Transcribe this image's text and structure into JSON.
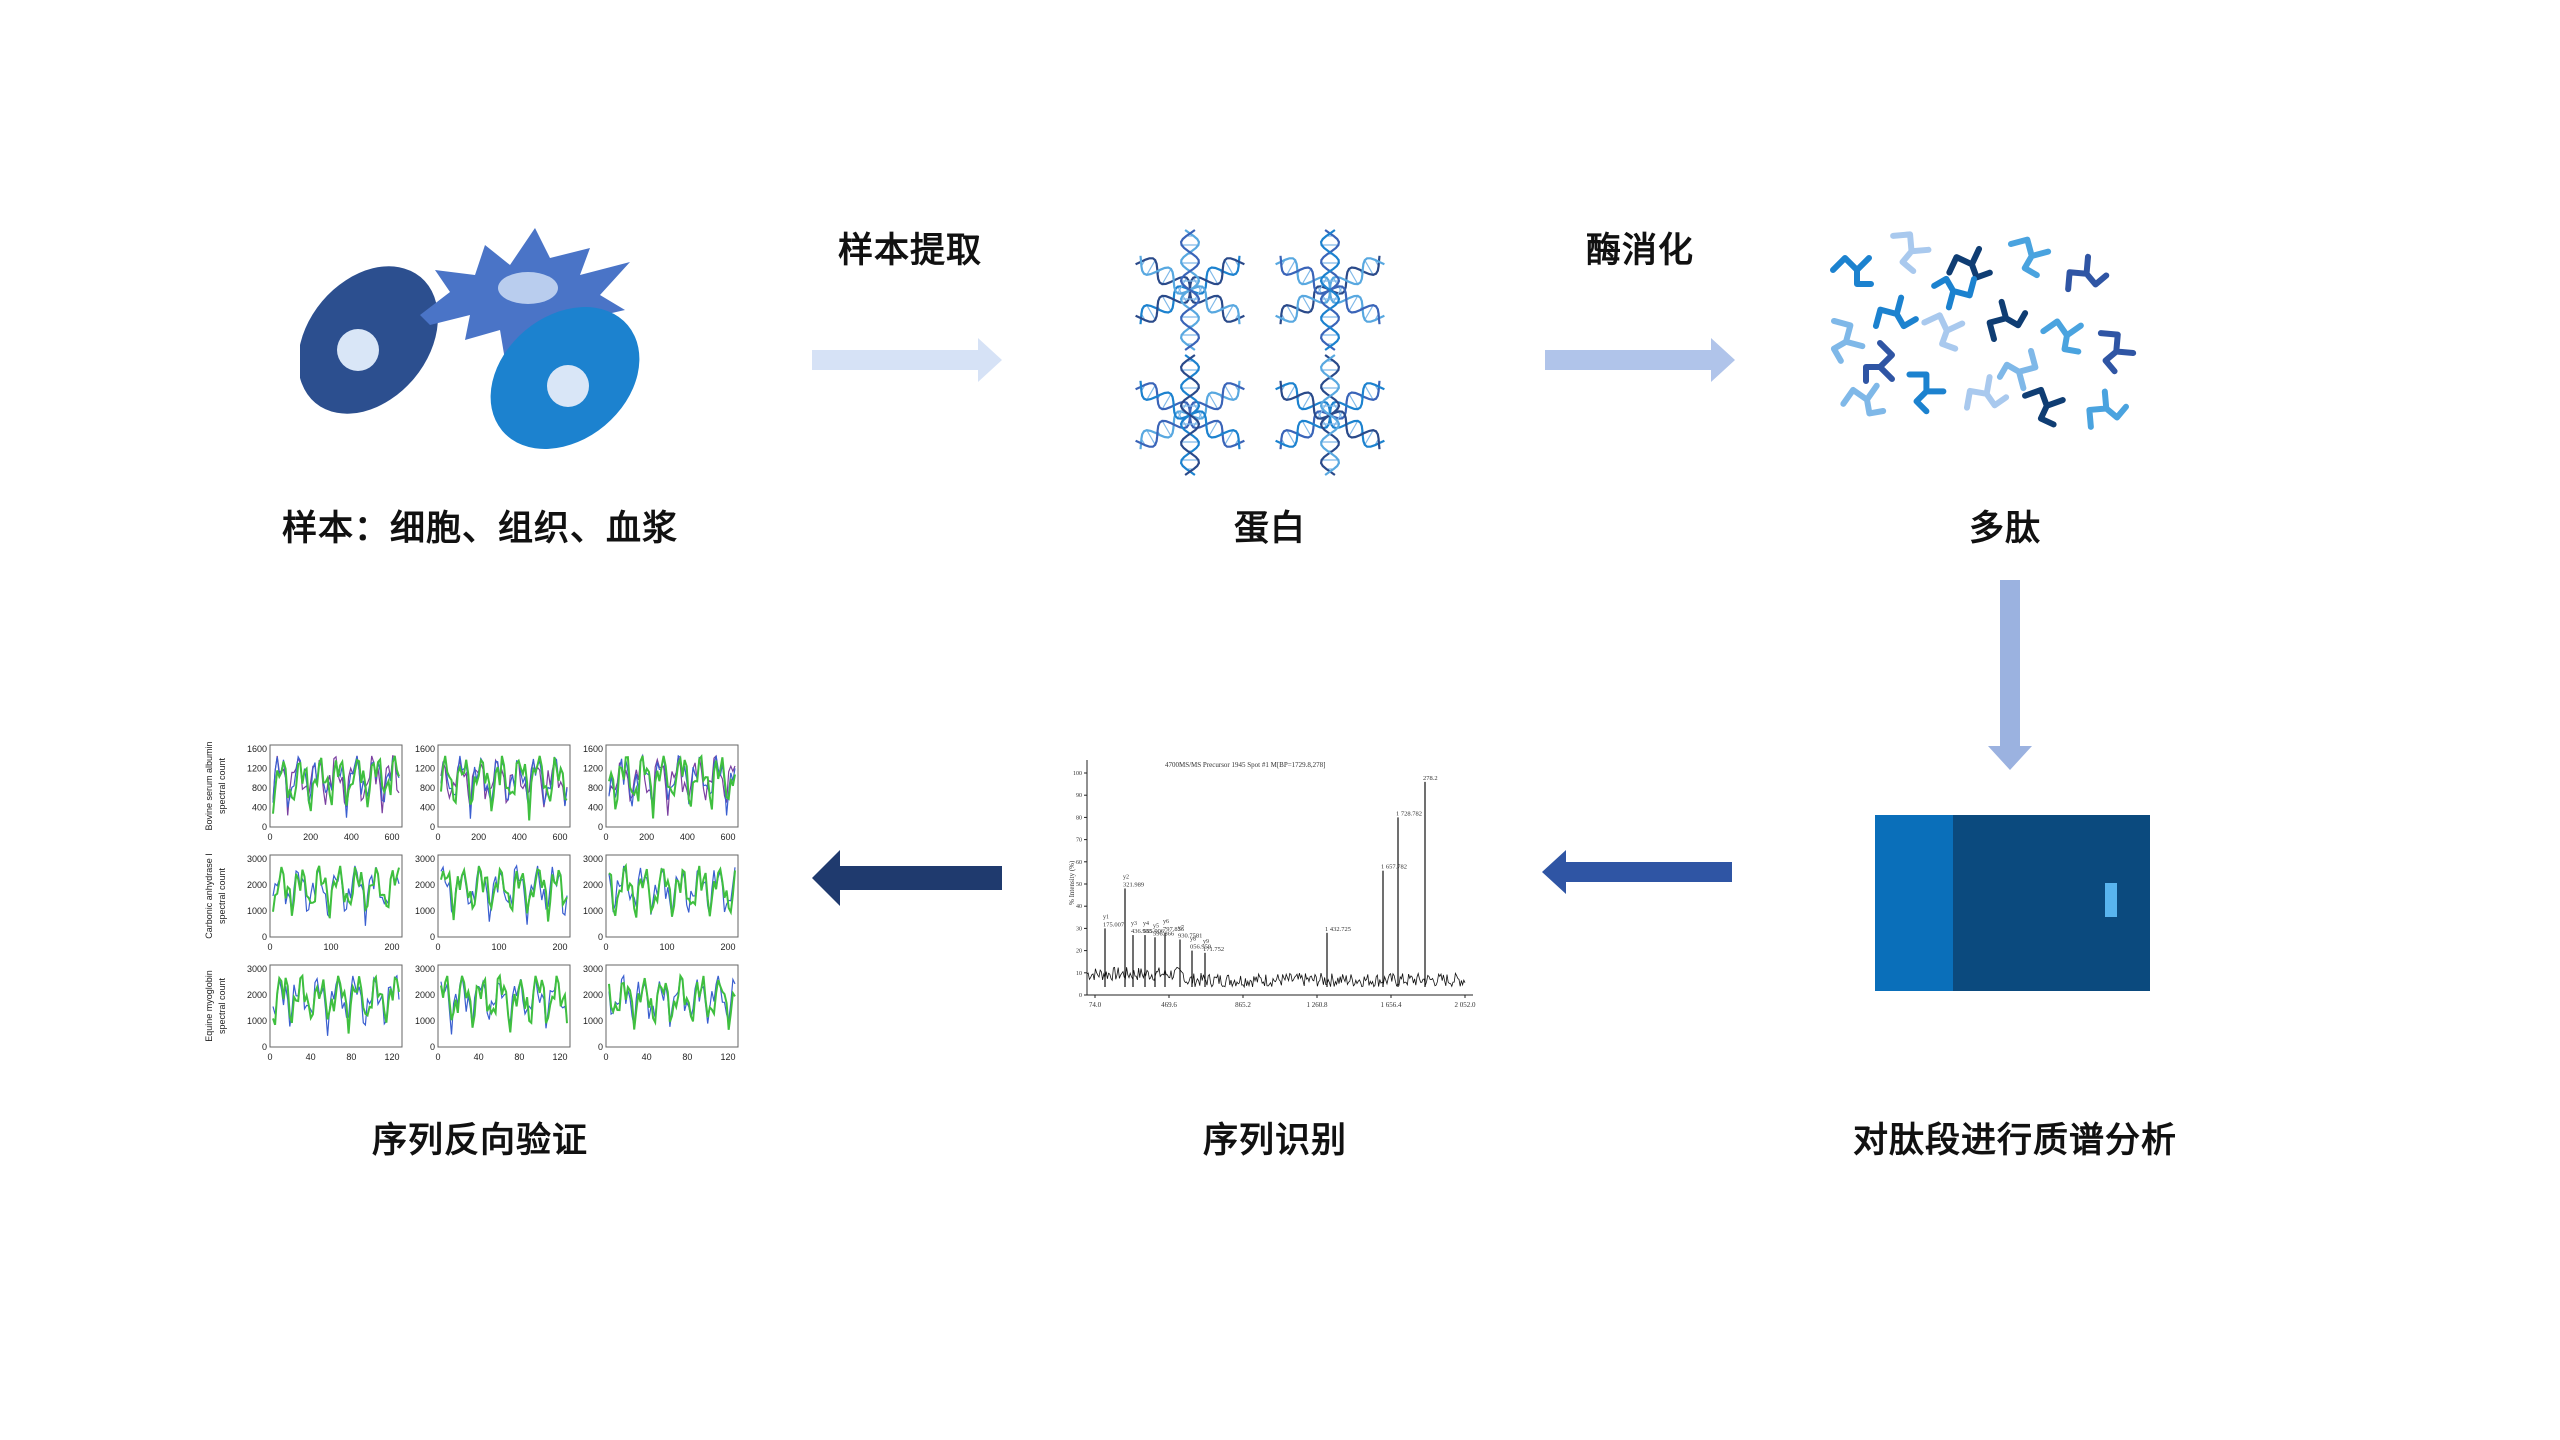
{
  "steps": {
    "sample": "样本：细胞、组织、血浆",
    "protein": "蛋白",
    "peptide": "多肽",
    "ms_analysis": "对肽段进行质谱分析",
    "sequence_id": "序列识别",
    "reverse_validation": "序列反向验证"
  },
  "arrows": {
    "extraction": "样本提取",
    "digestion": "酶消化"
  },
  "spectrum": {
    "title": "4700MS/MS Precursor 1945 Spot #1 M[BP=1729.8,278]",
    "ylabel": "% Intensity (%)",
    "yticks": [
      "100",
      "90",
      "80",
      "70",
      "60",
      "50",
      "40",
      "30",
      "20",
      "10",
      "0"
    ],
    "xticks": [
      "74.0",
      "469.6",
      "865.2",
      "1 260.8",
      "1 656.4",
      "2 052.0"
    ],
    "peaks": [
      {
        "label": "y1",
        "value": "175.007"
      },
      {
        "label": "y2",
        "value": "321.989"
      },
      {
        "label": "y3",
        "value": "436.935"
      },
      {
        "label": "y4",
        "value": "565.906"
      },
      {
        "label": "y5",
        "value": "596.866"
      },
      {
        "label": "y6",
        "value": "797.856"
      },
      {
        "label": "y7",
        "value": "930.7581"
      },
      {
        "label": "y8",
        "value": "056.959"
      },
      {
        "label": "y9",
        "value": "171.752"
      },
      {
        "label": "",
        "value": "1 432.725"
      },
      {
        "label": "",
        "value": "1 657.782"
      },
      {
        "label": "",
        "value": "1 728.782"
      },
      {
        "label": "",
        "value": "278.2"
      }
    ]
  },
  "panels": {
    "row_labels": [
      "Bovine serum albumin",
      "Carbonic anhydrase I",
      "Equine myoglobin"
    ],
    "ylabel": "spectral count",
    "rows": [
      {
        "yticks": [
          "1600",
          "1200",
          "800",
          "400",
          "0"
        ],
        "xticks": [
          "0",
          "200",
          "400",
          "600"
        ]
      },
      {
        "yticks": [
          "3000",
          "2000",
          "1000",
          "0"
        ],
        "xticks": [
          "0",
          "100",
          "200"
        ]
      },
      {
        "yticks": [
          "3000",
          "2000",
          "1000",
          "0"
        ],
        "xticks": [
          "0",
          "40",
          "80",
          "120"
        ]
      }
    ],
    "series_colors": [
      "#3fbf3f",
      "#3a5fd0",
      "#7a3fa0"
    ]
  },
  "colors": {
    "dark_navy": "#1f3a6e",
    "mid_blue": "#2f55a4",
    "light_arrow": "#d6e2f6",
    "mid_arrow": "#b0c4ea",
    "cell1": "#2c4f8f",
    "cell2": "#4a74c7",
    "cell3": "#1c82cf",
    "box_left": "#0a6fba",
    "box_right": "#0b4a7e",
    "green_line": "#3fbf3f"
  }
}
